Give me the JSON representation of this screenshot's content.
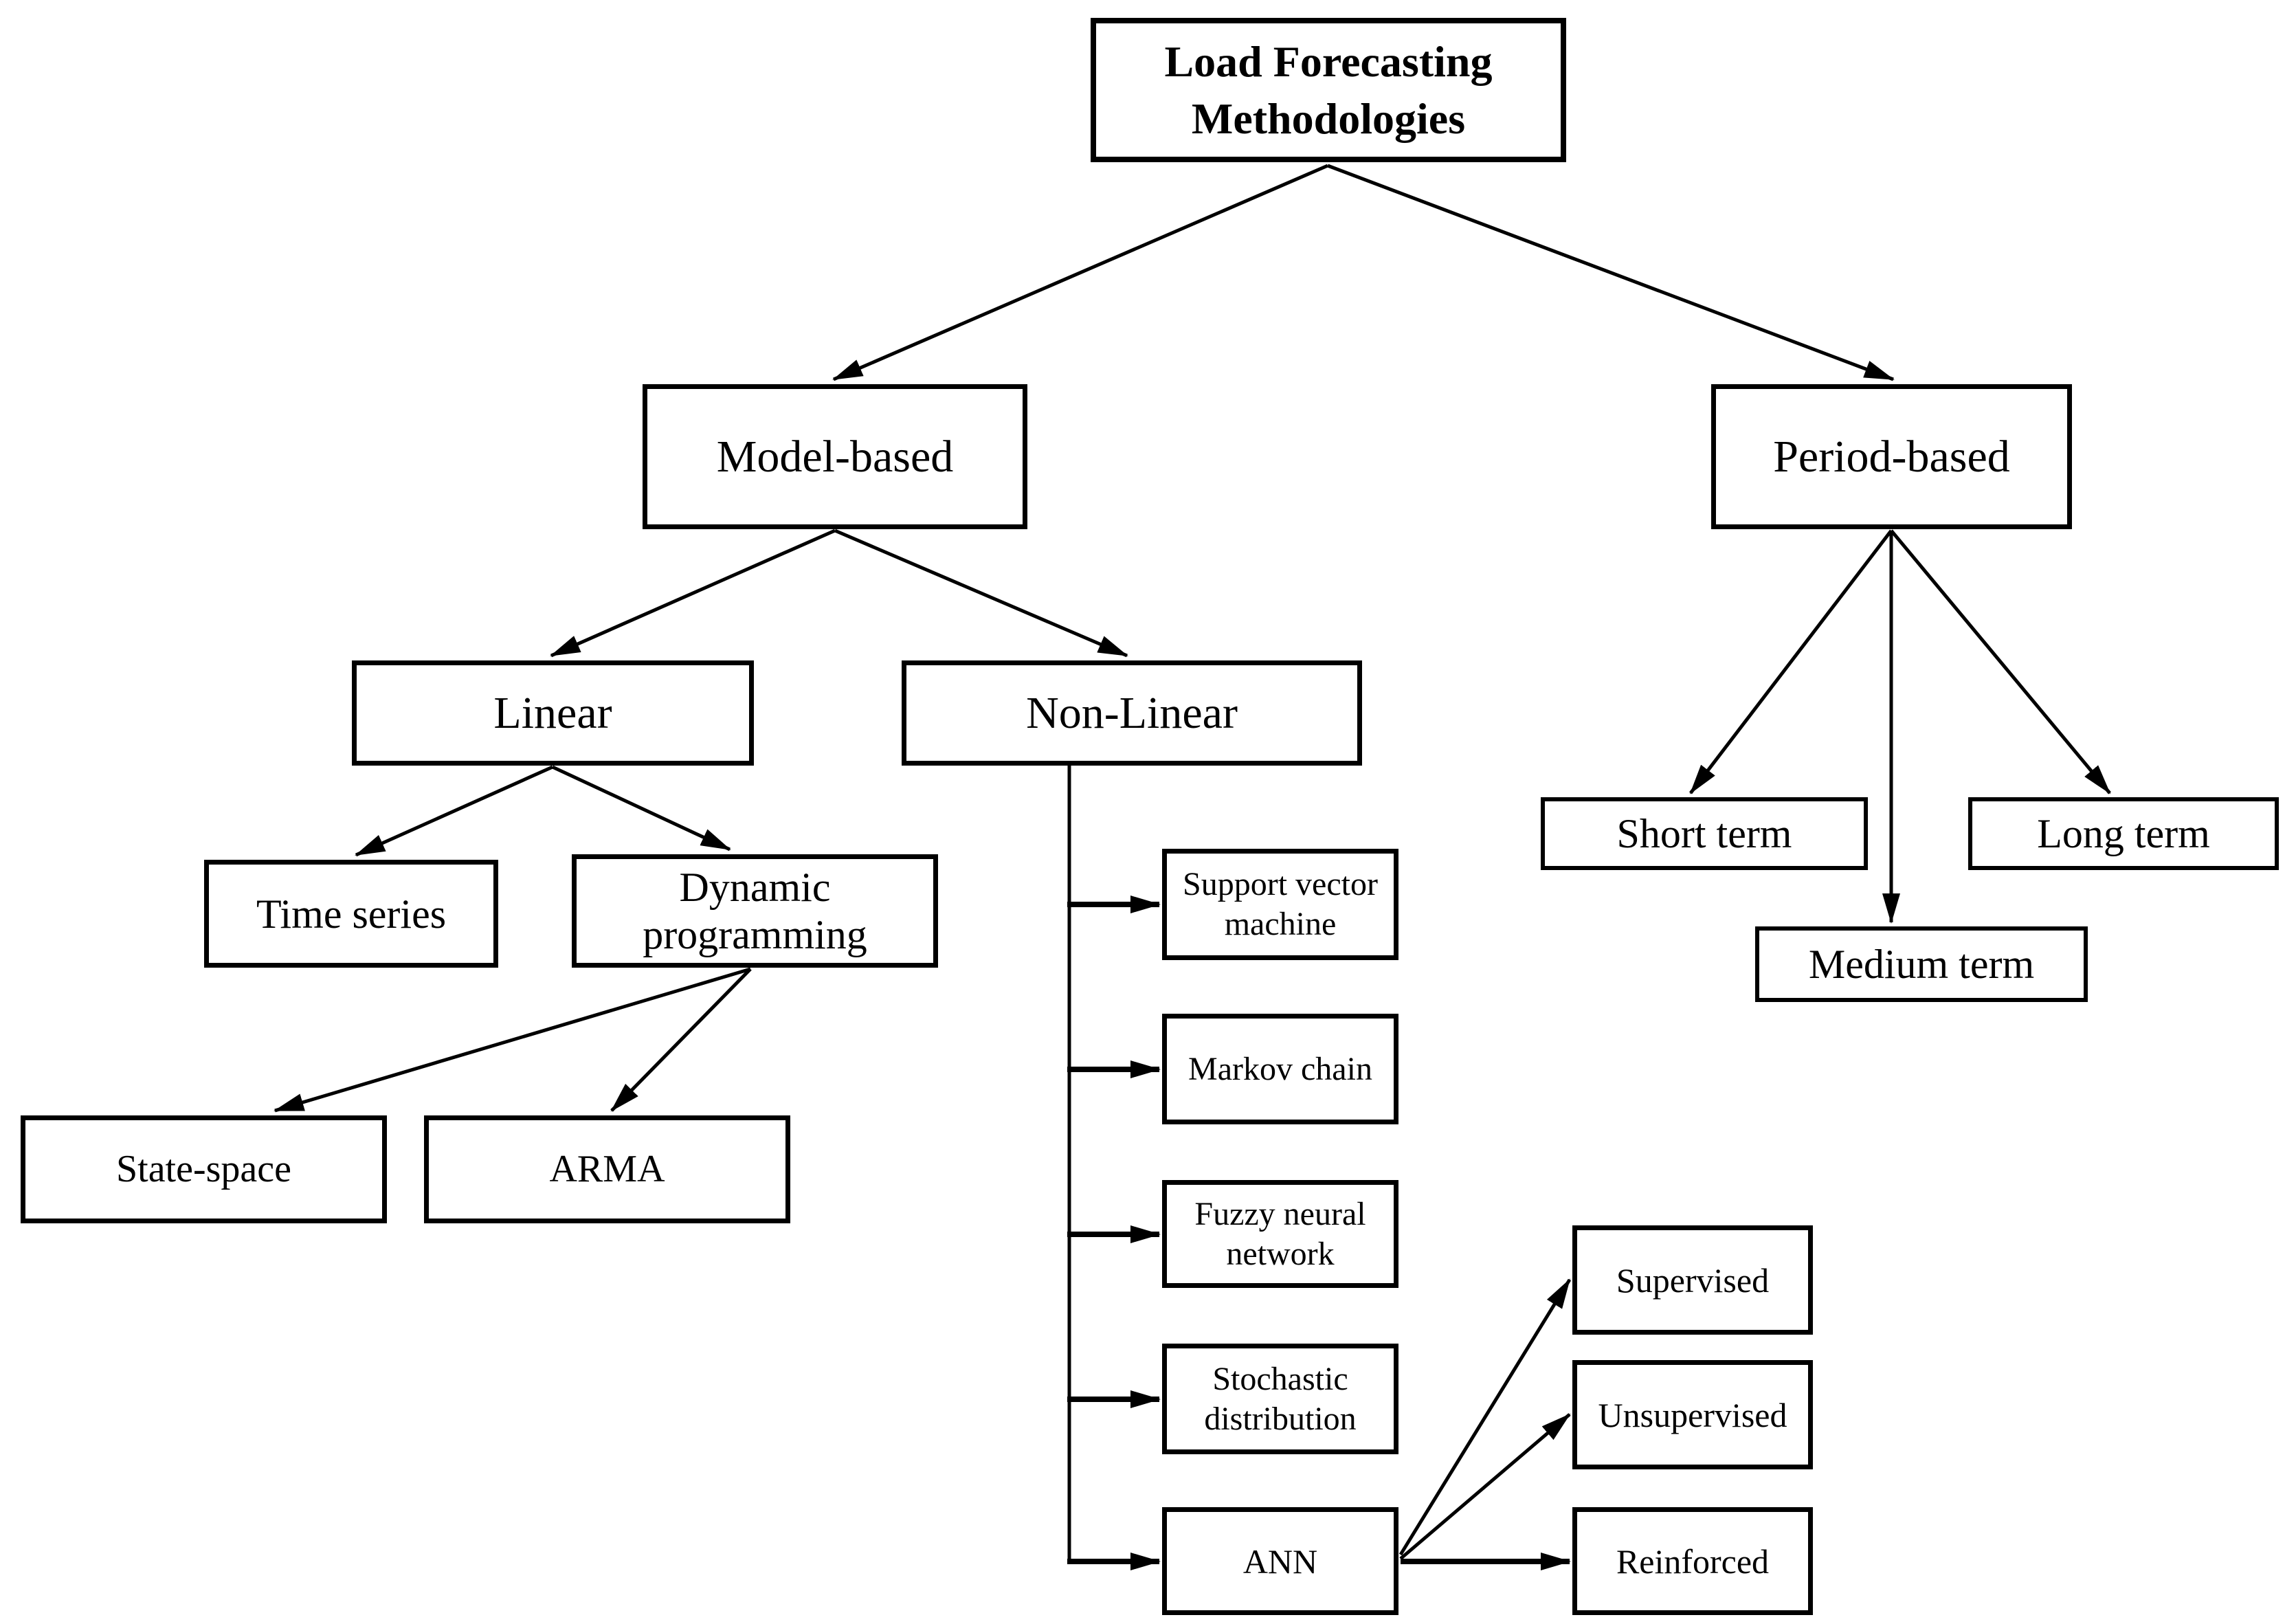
{
  "diagram": {
    "type": "flowchart",
    "colors": {
      "background": "#ffffff",
      "line": "#000000",
      "box_border": "#000000",
      "box_fill": "#ffffff",
      "text": "#000000"
    },
    "nodes": {
      "root": {
        "label": "Load Forecasting Methodologies"
      },
      "model_based": {
        "label": "Model-based"
      },
      "period_based": {
        "label": "Period-based"
      },
      "linear": {
        "label": "Linear"
      },
      "non_linear": {
        "label": "Non-Linear"
      },
      "time_series": {
        "label": "Time series"
      },
      "dynamic_programming": {
        "label": "Dynamic programming"
      },
      "state_space": {
        "label": "State-space"
      },
      "arma": {
        "label": "ARMA"
      },
      "support_vector_machine": {
        "label": "Support vector machine"
      },
      "markov_chain": {
        "label": "Markov chain"
      },
      "fuzzy_neural_network": {
        "label": "Fuzzy neural network"
      },
      "stochastic_distribution": {
        "label": "Stochastic distribution"
      },
      "ann": {
        "label": "ANN"
      },
      "supervised": {
        "label": "Supervised"
      },
      "unsupervised": {
        "label": "Unsupervised"
      },
      "reinforced": {
        "label": "Reinforced"
      },
      "short_term": {
        "label": "Short term"
      },
      "medium_term": {
        "label": "Medium term"
      },
      "long_term": {
        "label": "Long term"
      }
    },
    "edges": [
      {
        "from": "root",
        "to": "model_based"
      },
      {
        "from": "root",
        "to": "period_based"
      },
      {
        "from": "model_based",
        "to": "linear"
      },
      {
        "from": "model_based",
        "to": "non_linear"
      },
      {
        "from": "linear",
        "to": "time_series"
      },
      {
        "from": "linear",
        "to": "dynamic_programming"
      },
      {
        "from": "dynamic_programming",
        "to": "state_space"
      },
      {
        "from": "dynamic_programming",
        "to": "arma"
      },
      {
        "from": "non_linear",
        "to": "support_vector_machine"
      },
      {
        "from": "non_linear",
        "to": "markov_chain"
      },
      {
        "from": "non_linear",
        "to": "fuzzy_neural_network"
      },
      {
        "from": "non_linear",
        "to": "stochastic_distribution"
      },
      {
        "from": "non_linear",
        "to": "ann"
      },
      {
        "from": "ann",
        "to": "supervised"
      },
      {
        "from": "ann",
        "to": "unsupervised"
      },
      {
        "from": "ann",
        "to": "reinforced"
      },
      {
        "from": "period_based",
        "to": "short_term"
      },
      {
        "from": "period_based",
        "to": "medium_term"
      },
      {
        "from": "period_based",
        "to": "long_term"
      }
    ]
  }
}
